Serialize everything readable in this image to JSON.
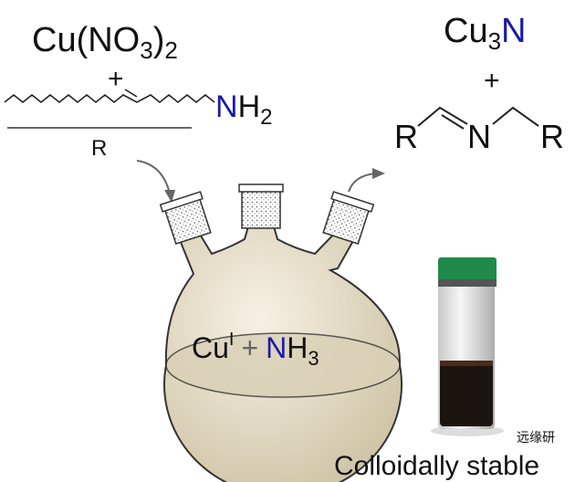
{
  "reactants": {
    "copper_salt": {
      "main": "Cu(NO",
      "sub1": "3",
      "close": ")",
      "sub2": "2"
    },
    "plus": "+",
    "amine": {
      "n": "N",
      "h": "H",
      "sub": "2"
    },
    "r_label": "R"
  },
  "flask": {
    "contents": {
      "cu": "Cu",
      "sup": "I",
      "plus": "+",
      "n": "N",
      "h": "H",
      "sub": "3"
    }
  },
  "products": {
    "nitride": {
      "cu": "Cu",
      "sub": "3",
      "n": "N"
    },
    "plus": "+",
    "imine": {
      "r_left": "R",
      "n": "N",
      "r_right": "R"
    }
  },
  "vial_caption": "Colloidally stable",
  "watermark": "远缘研",
  "colors": {
    "nitrogen": "#1a1aa8",
    "cap": "#1f8a4a",
    "flask": "#e9e1cc",
    "liquid": "#1c1410"
  }
}
